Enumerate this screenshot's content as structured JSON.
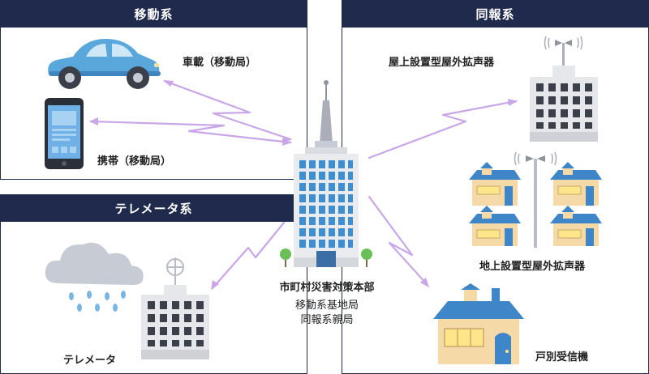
{
  "panels": {
    "mobile": {
      "title": "移動系"
    },
    "broadcast": {
      "title": "同報系"
    },
    "telemeter": {
      "title": "テレメータ系"
    }
  },
  "labels": {
    "vehicle": "車載（移動局）",
    "handheld": "携帯（移動局）",
    "rooftop_speaker": "屋上設置型屋外拡声器",
    "ground_speaker": "地上設置型屋外拡声器",
    "household_receiver": "戸別受信機",
    "telemeter": "テレメータ",
    "hq_name": "市町村災害対策本部",
    "hq_sub1": "移動系基地局",
    "hq_sub2": "同報系親局"
  },
  "colors": {
    "navy": "#1f2a4d",
    "link": "#c9a6e8",
    "building_blue": "#3f8fd0",
    "car_blue": "#5aa7dc",
    "house_roof": "#3f86c9",
    "house_wall": "#f5d9a6"
  }
}
